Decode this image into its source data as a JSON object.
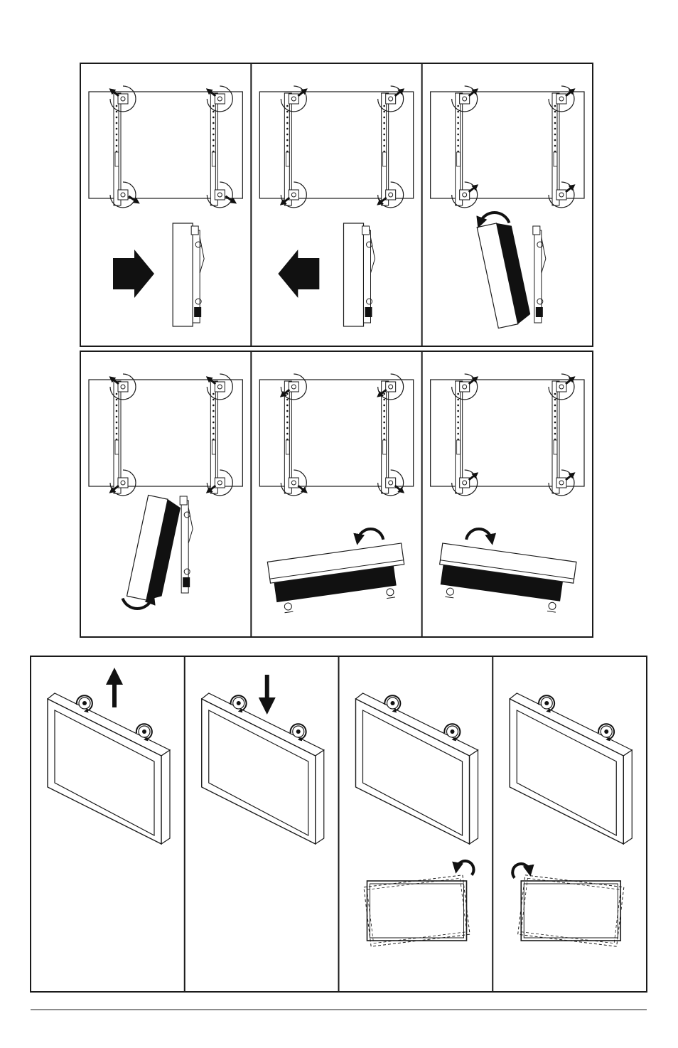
{
  "document": {
    "type": "instruction-diagram-page",
    "text": "",
    "colors": {
      "line": "#1a1a1a",
      "fill": "#111111",
      "paper": "#ffffff"
    }
  },
  "upper_grid": {
    "panels": [
      {
        "key": "u1",
        "step": "slide-right",
        "arrow": "right"
      },
      {
        "key": "u2",
        "step": "slide-left",
        "arrow": "left"
      },
      {
        "key": "u3",
        "step": "tilt-top-out",
        "arrow": "rotate-ccw"
      },
      {
        "key": "u4",
        "step": "tilt-bottom-out",
        "arrow": "rotate-cw"
      },
      {
        "key": "u5",
        "step": "level-rotate-ccw",
        "arrow": "rotate-ccw"
      },
      {
        "key": "u6",
        "step": "level-rotate-cw",
        "arrow": "rotate-cw"
      }
    ]
  },
  "lower_row": {
    "panels": [
      {
        "key": "l1",
        "step": "raise-display",
        "arrow": "up"
      },
      {
        "key": "l2",
        "step": "lower-display",
        "arrow": "down"
      },
      {
        "key": "l3",
        "step": "rotate-display-ccw",
        "arrow": "rotate-ccw"
      },
      {
        "key": "l4",
        "step": "rotate-display-cw",
        "arrow": "rotate-cw"
      }
    ]
  },
  "footer": {
    "rule": true
  }
}
